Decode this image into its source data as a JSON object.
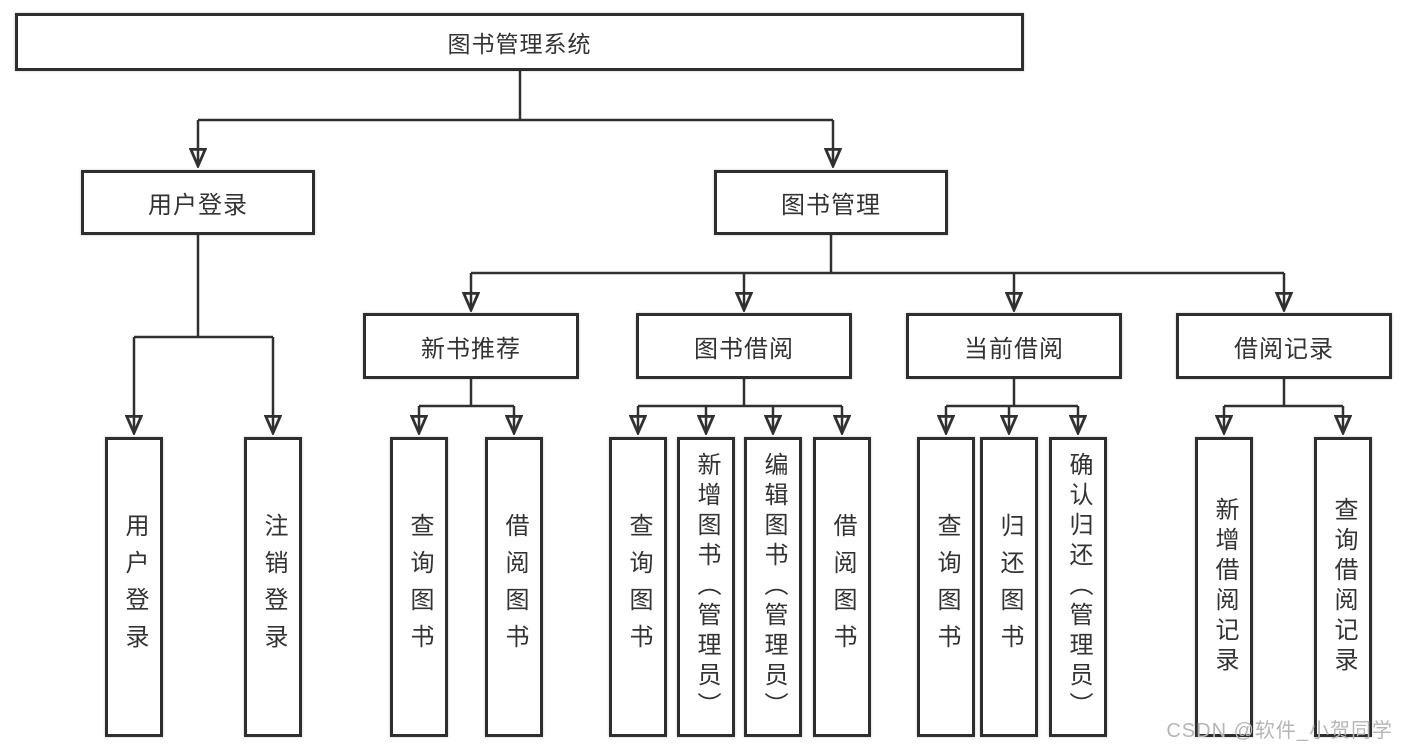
{
  "diagram": {
    "type": "hierarchy-tree",
    "title": "图书管理系统",
    "edges": [
      {
        "from": "图书管理系统",
        "to": [
          "用户登录",
          "图书管理"
        ]
      },
      {
        "from": "用户登录",
        "to": [
          "用户登录",
          "注销登录"
        ]
      },
      {
        "from": "图书管理",
        "to": [
          "新书推荐",
          "图书借阅",
          "当前借阅",
          "借阅记录"
        ]
      },
      {
        "from": "新书推荐",
        "to": [
          "查询图书",
          "借阅图书"
        ]
      },
      {
        "from": "图书借阅",
        "to": [
          "查询图书",
          "新增图书（管理员）",
          "编辑图书（管理员）",
          "借阅图书"
        ]
      },
      {
        "from": "当前借阅",
        "to": [
          "查询图书",
          "归还图书",
          "确认归还（管理员）"
        ]
      },
      {
        "from": "借阅记录",
        "to": [
          "新增借阅记录",
          "查询借阅记录"
        ]
      }
    ],
    "line_color": "#303030",
    "box_fill": "#ffffff",
    "text_color": "#333333"
  },
  "nodes": {
    "root": {
      "label": "图书管理系统"
    },
    "user_login": {
      "label": "用户登录"
    },
    "book_mgmt": {
      "label": "图书管理"
    },
    "login": {
      "label": "用户登录"
    },
    "logout": {
      "label": "注销登录"
    },
    "new_books": {
      "label": "新书推荐"
    },
    "book_borrow": {
      "label": "图书借阅"
    },
    "current_borrow": {
      "label": "当前借阅"
    },
    "borrow_records": {
      "label": "借阅记录"
    },
    "nb_query": {
      "label": "查询图书"
    },
    "nb_borrow": {
      "label": "借阅图书"
    },
    "bb_query": {
      "label": "查询图书"
    },
    "bb_add": {
      "label": "新增图书（管理员）"
    },
    "bb_edit": {
      "label": "编辑图书（管理员）"
    },
    "bb_borrow": {
      "label": "借阅图书"
    },
    "cb_query": {
      "label": "查询图书"
    },
    "cb_return": {
      "label": "归还图书"
    },
    "cb_confirm": {
      "label": "确认归还（管理员）"
    },
    "br_add": {
      "label": "新增借阅记录"
    },
    "br_query": {
      "label": "查询借阅记录"
    }
  },
  "watermark": {
    "text": "CSDN @软件_小贺同学"
  }
}
